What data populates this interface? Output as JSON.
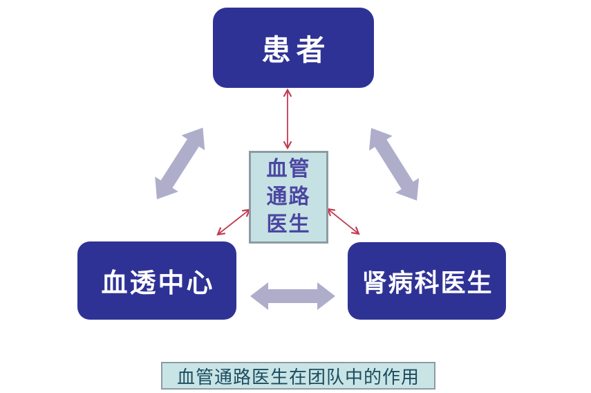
{
  "diagram": {
    "nodes": {
      "patient": {
        "label": "患者"
      },
      "vascular_access_doctor": {
        "label": "血管通路医生",
        "lines": [
          "血管",
          "通路",
          "医生"
        ]
      },
      "hemodialysis_center": {
        "label": "血透中心"
      },
      "nephrology_doctor": {
        "label": "肾病科医生"
      }
    },
    "connections": [
      {
        "from": "patient",
        "to": "hemodialysis_center",
        "style": "thick-gray",
        "bidirectional": true
      },
      {
        "from": "patient",
        "to": "nephrology_doctor",
        "style": "thick-gray",
        "bidirectional": true
      },
      {
        "from": "hemodialysis_center",
        "to": "nephrology_doctor",
        "style": "thick-gray",
        "bidirectional": true
      },
      {
        "from": "vascular_access_doctor",
        "to": "patient",
        "style": "thin-red",
        "bidirectional": true
      },
      {
        "from": "vascular_access_doctor",
        "to": "hemodialysis_center",
        "style": "thin-red",
        "bidirectional": true
      },
      {
        "from": "vascular_access_doctor",
        "to": "nephrology_doctor",
        "style": "thin-red",
        "bidirectional": true
      }
    ],
    "caption": "血管通路医生在团队中的作用"
  },
  "colors": {
    "background": "#FFFFFF",
    "node_blue": "#2F3295",
    "node_text": "#FFFFFF",
    "teal_fill": "#C5E1E3",
    "teal_border": "#8C9BA3",
    "center_text": "#4C46A2",
    "caption_fill": "#C9E4E5",
    "caption_text": "#1C4C60",
    "arrow_gray": "#AEAECB",
    "arrow_red": "#C23A50"
  }
}
